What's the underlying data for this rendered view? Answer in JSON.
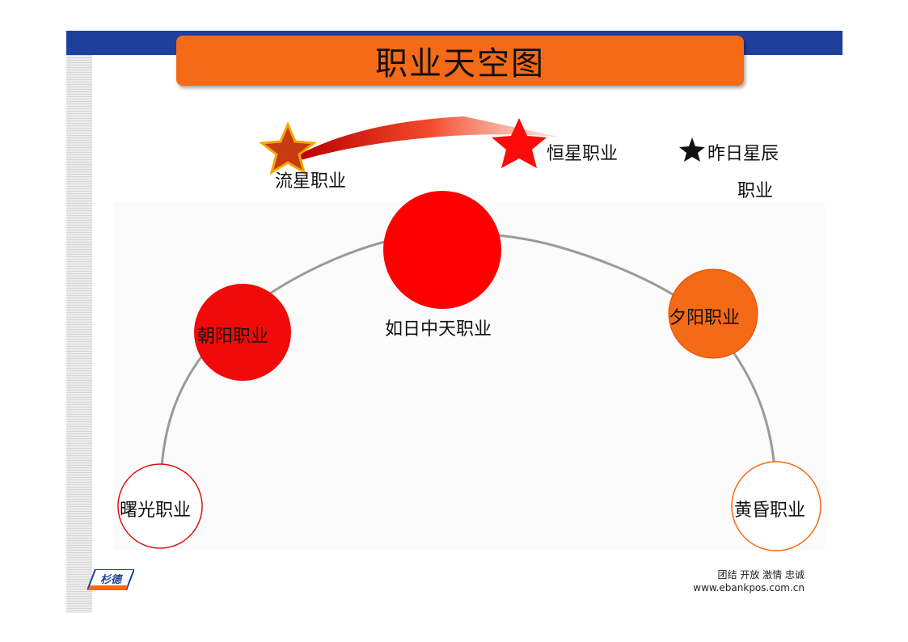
{
  "title": "职业天空图",
  "stars": {
    "meteor": "流星职业",
    "constant": "恒星职业",
    "yesterday_line1": "昨日星辰",
    "yesterday_line2": "职业"
  },
  "arc_nodes": {
    "dawn": "曙光职业",
    "morning_sun": "朝阳职业",
    "noon_sun": "如日中天职业",
    "evening_sun": "夕阳职业",
    "dusk": "黄昏职业"
  },
  "footer": {
    "slogan": "团结 开放 激情 忠诚",
    "url": "www.ebankpos.com.cn"
  },
  "logo": {
    "text": "杉德"
  },
  "colors": {
    "banner": "#f46a16",
    "top_bar": "#1f3f9c",
    "red": "#ff0000",
    "orange": "#f46a16"
  }
}
